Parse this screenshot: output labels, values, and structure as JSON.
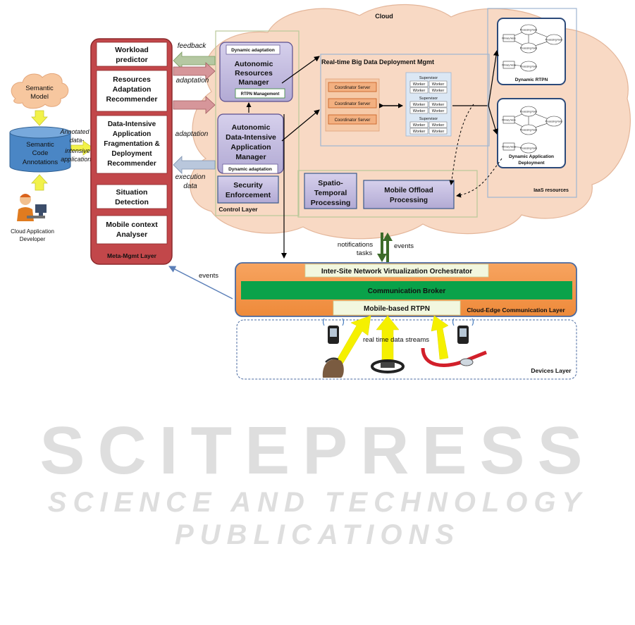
{
  "cloud": {
    "label": "Cloud"
  },
  "semantic_model": {
    "line1": "Semantic",
    "line2": "Model"
  },
  "semantic_db": {
    "line1": "Semantic",
    "line2": "Code",
    "line3": "Annotations"
  },
  "developer": {
    "line1": "Cloud Application",
    "line2": "Developer"
  },
  "annotated_label": {
    "line1": "Annotated",
    "line2": "data-",
    "line3": "intensive",
    "line4": "applications"
  },
  "meta_layer": {
    "title": "Meta-Mgmt Layer",
    "items": [
      {
        "lines": [
          "Workload",
          "predictor"
        ]
      },
      {
        "lines": [
          "Resources",
          "Adaptation",
          "Recommender"
        ]
      },
      {
        "lines": [
          "Data-Intensive",
          "Application",
          "Fragmentation &",
          "Deployment",
          "Recommender"
        ]
      },
      {
        "lines": [
          "Situation",
          "Detection"
        ]
      },
      {
        "lines": [
          "Mobile context",
          "Analyser"
        ]
      }
    ]
  },
  "arrows": {
    "feedback": "feedback",
    "adaptation": "adaptation",
    "adaptation2": "adaptation",
    "execution": {
      "line1": "execution",
      "line2": "data"
    },
    "events_left": "events",
    "notifications": {
      "line1": "notifications",
      "line2": "tasks"
    },
    "events_right": "events"
  },
  "control_layer": {
    "title": "Control Layer",
    "resources_manager": {
      "lines": [
        "Autonomic",
        "Resources",
        "Manager"
      ],
      "top_tag": "Dynamic adaptation",
      "bottom_tag": "RTPN Management"
    },
    "data_manager": {
      "lines": [
        "Autonomic",
        "Data-Intensive",
        "Application",
        "Manager"
      ],
      "tag": "Dynamic adaptation"
    },
    "security": {
      "lines": [
        "Security",
        "Enforcement"
      ]
    }
  },
  "bigdata": {
    "title": "Real-time Big Data Deployment Mgmt",
    "coordinators": [
      "Coordinator Server",
      "Coordinator Server",
      "Coordinator Server"
    ],
    "supervisor_label": "Supervisor",
    "worker_label": "Worker"
  },
  "spatio": {
    "lines": [
      "Spatio-",
      "Temporal",
      "Processing"
    ]
  },
  "mobile_offload": {
    "lines": [
      "Mobile Offload",
      "Processing"
    ]
  },
  "iaas": {
    "label": "IaaS resources",
    "rtpn": "Dynamic RTPN",
    "deploy": {
      "line1": "Dynamic Application",
      "line2": "Deployment"
    },
    "node_primary": "Primary Node",
    "node_processing": "Processing Node"
  },
  "cloud_edge": {
    "title": "Cloud-Edge Communication  Layer",
    "orchestrator": "Inter-Site Network Virtualization Orchestrator",
    "broker": "Communication Broker",
    "rtpn": "Mobile-based RTPN"
  },
  "devices": {
    "title": "Devices Layer",
    "streams": "real time data streams"
  },
  "watermark": {
    "main": "SCITEPRESS",
    "sub": "SCIENCE AND TECHNOLOGY PUBLICATIONS"
  }
}
